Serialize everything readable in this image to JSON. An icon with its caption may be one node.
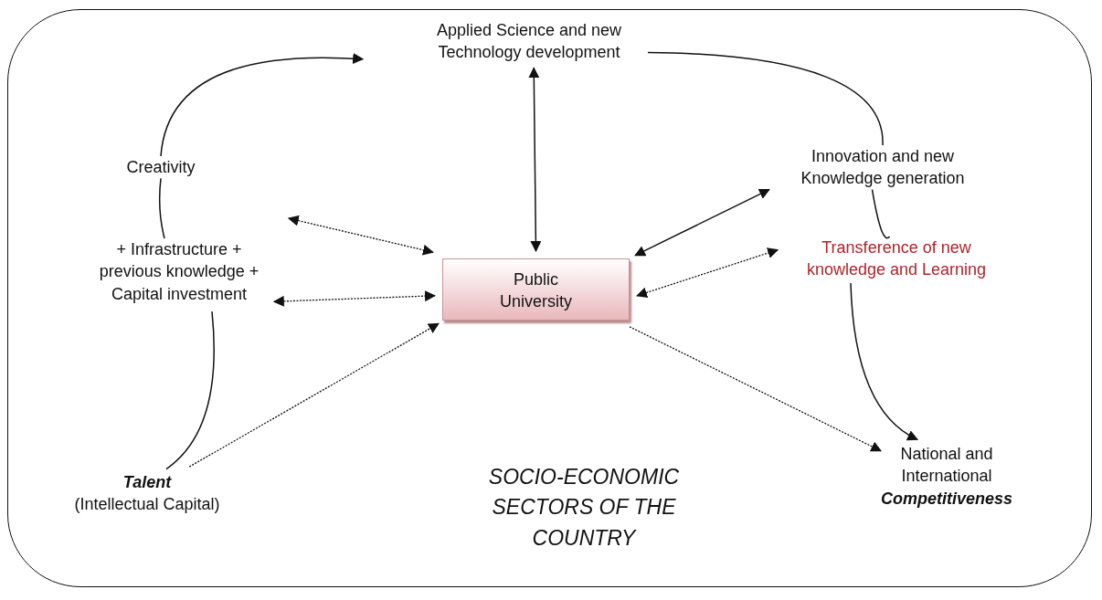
{
  "diagram": {
    "nodes": [
      {
        "text": [
          "SOCIO-ECONOMIC SECTORS OF THE COUNTRY"
        ]
      },
      {
        "text": [
          "Applied Science and new Technology development"
        ],
        "in": 0
      },
      {
        "text": [
          "Creativity"
        ],
        "in": 0
      },
      {
        "text": [
          "Innovation and new Knowledge generation"
        ],
        "in": 0
      },
      {
        "text": [
          "+ Infrastructure + previous knowledge + Capital investment"
        ],
        "in": 0
      },
      {
        "text": [
          "Public University"
        ],
        "in": 0
      },
      {
        "text": [
          "Transference of new knowledge and Learning"
        ],
        "in": 0
      },
      {
        "text": [
          "Talent",
          "(Intellectual Capital)"
        ],
        "in": 0
      },
      {
        "text": [
          "National and International",
          "Competitiveness"
        ],
        "in": 0
      }
    ],
    "edges": [
      {
        "from": 2,
        "to": 1,
        "arrow": "to"
      },
      {
        "from": 4,
        "to": 2,
        "arrow": "none"
      },
      {
        "from": 7,
        "to": 4,
        "arrow": "none"
      },
      {
        "from": 1,
        "to": 3,
        "arrow": "none"
      },
      {
        "from": 3,
        "to": 6,
        "arrow": "none"
      },
      {
        "from": 6,
        "to": 8,
        "arrow": "to"
      },
      {
        "from": 1,
        "to": 5,
        "arrow": "both"
      },
      {
        "from": 4,
        "to": 5,
        "arrow": "both",
        "style": "dashed"
      },
      {
        "from": 4,
        "to": 5,
        "arrow": "both",
        "style": "dashed"
      },
      {
        "from": 7,
        "to": 5,
        "arrow": "to",
        "style": "dashed"
      },
      {
        "from": 5,
        "to": 3,
        "arrow": "both"
      },
      {
        "from": 5,
        "to": 6,
        "arrow": "both",
        "style": "dashed"
      },
      {
        "from": 5,
        "to": 8,
        "arrow": "to",
        "style": "dashed"
      }
    ]
  }
}
